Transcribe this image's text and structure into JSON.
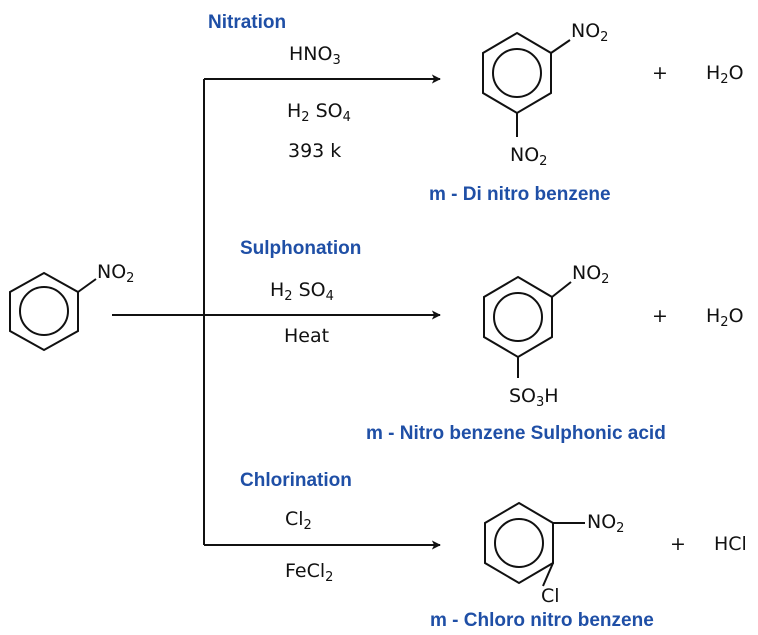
{
  "colors": {
    "heading": "#1f4fa6",
    "text": "#111111",
    "line": "#111111"
  },
  "reactant": {
    "substituent": {
      "base": "NO",
      "sub": "2"
    }
  },
  "nitration": {
    "heading": "Nitration",
    "reagent1": {
      "a": "HNO",
      "a_sub": "3"
    },
    "reagent2": {
      "a": "H",
      "a_sub": "2",
      "b": " SO",
      "b_sub": "4"
    },
    "condition": "393 k",
    "product_top": {
      "base": "NO",
      "sub": "2"
    },
    "product_bottom": {
      "base": "NO",
      "sub": "2"
    },
    "plus": "+",
    "byproduct": {
      "a": "H",
      "a_sub": "2",
      "b": "O"
    },
    "product_name": "m - Di nitro benzene"
  },
  "sulphonation": {
    "heading": "Sulphonation",
    "reagent1": {
      "a": "H",
      "a_sub": "2",
      "b": " SO",
      "b_sub": "4"
    },
    "condition": "Heat",
    "product_top": {
      "base": "NO",
      "sub": "2"
    },
    "product_bottom": {
      "a": "SO",
      "a_sub": "3",
      "b": "H"
    },
    "plus": "+",
    "byproduct": {
      "a": "H",
      "a_sub": "2",
      "b": "O"
    },
    "product_name": "m - Nitro benzene Sulphonic acid"
  },
  "chlorination": {
    "heading": "Chlorination",
    "reagent1": {
      "a": "Cl",
      "a_sub": "2"
    },
    "reagent2": {
      "a": "FeCl",
      "a_sub": "2"
    },
    "product_top": {
      "base": "NO",
      "sub": "2"
    },
    "product_bottom": "Cl",
    "plus": "+",
    "byproduct": "HCl",
    "product_name": "m - Chloro nitro benzene"
  }
}
